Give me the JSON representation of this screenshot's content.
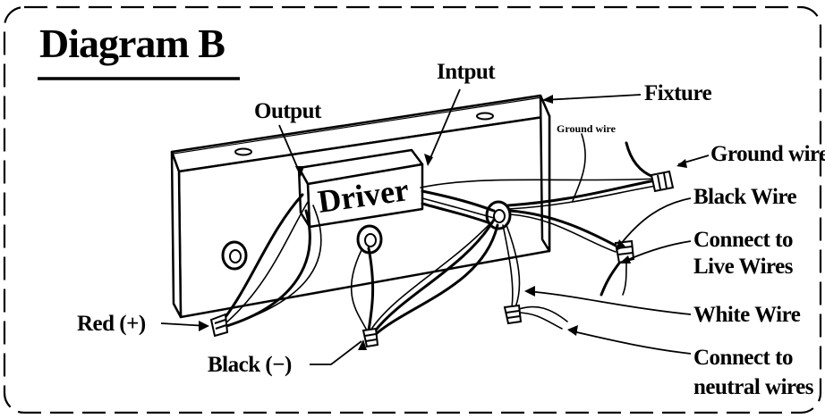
{
  "title": "Diagram B",
  "labels": {
    "input": "Intput",
    "output": "Output",
    "fixture": "Fixture",
    "driver": "Driver",
    "ground_wire_small": "Ground wire",
    "ground_wire": "Ground wire",
    "black_wire": "Black  Wire",
    "connect_live_1": "Connect to",
    "connect_live_2": "Live Wires",
    "white_wire": "White Wire",
    "connect_neutral_1": "Connect to",
    "connect_neutral_2": "neutral wires",
    "red": "Red (+)",
    "black": "Black (−)"
  }
}
